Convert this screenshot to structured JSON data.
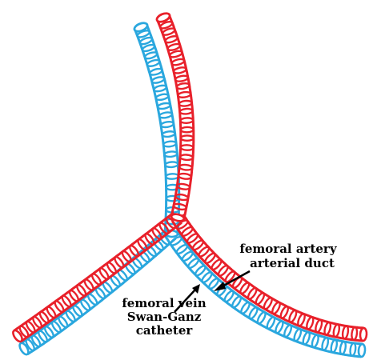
{
  "colors": {
    "artery": "#e8202a",
    "vein": "#2aa7de",
    "text": "#000000",
    "background": "#ffffff"
  },
  "labels": {
    "artery_line1": "femoral artery",
    "artery_line2": "arterial duct",
    "vein_line1": "femoral vein",
    "vein_line2": "Swan-Ganz",
    "vein_line3": "catheter"
  }
}
